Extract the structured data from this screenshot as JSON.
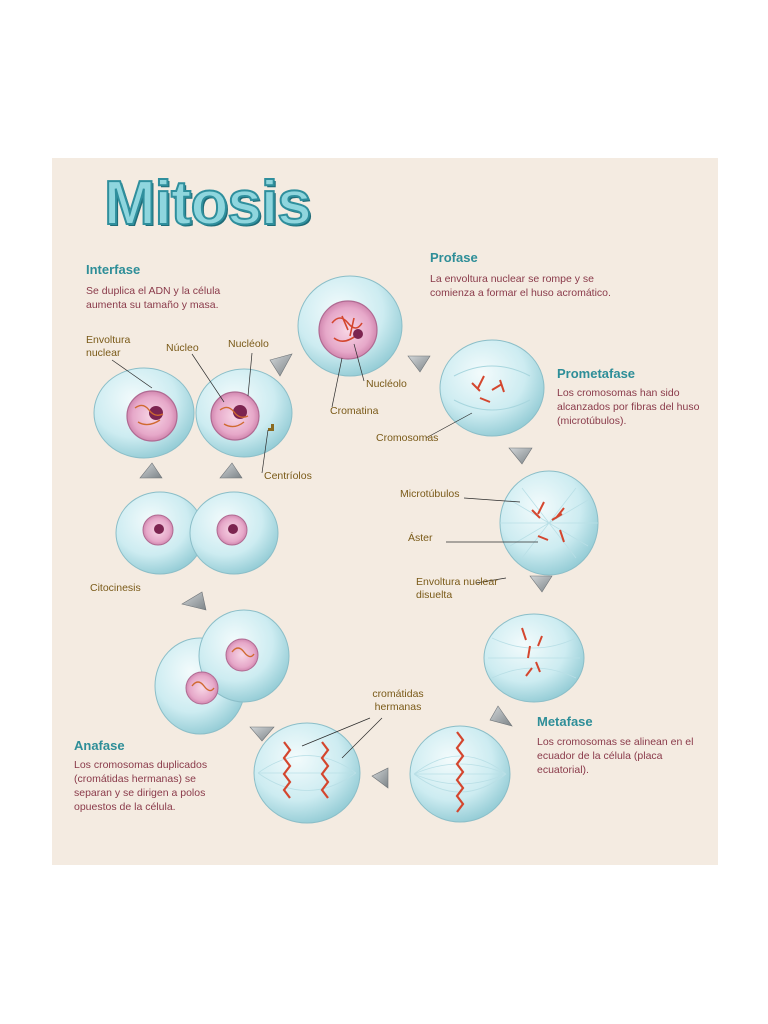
{
  "title": "Mitosis",
  "phases": {
    "interfase": {
      "name": "Interfase",
      "desc": "Se duplica el ADN y  la célula aumenta su tamaño y masa."
    },
    "profase": {
      "name": "Profase",
      "desc": "La envoltura nuclear se rompe y se comienza a formar el huso acromático."
    },
    "prometafase": {
      "name": "Prometafase",
      "desc": "Los cromosomas han sido alcanzados por fibras del huso (microtúbulos)."
    },
    "metafase": {
      "name": "Metafase",
      "desc": "Los cromosomas se alinean en el ecuador de la célula (placa ecuatorial)."
    },
    "anafase": {
      "name": "Anafase",
      "desc": "Los cromosomas duplicados (cromátidas hermanas) se separan y se dirigen a polos opuestos de la célula."
    }
  },
  "labels": {
    "envoltura_nuclear": "Envoltura nuclear",
    "nucleo": "Núcleo",
    "nucleolo_top": "Nucléolo",
    "centriolos": "Centríolos",
    "citocinesis": "Citocinesis",
    "nucleolo_profase": "Nucléolo",
    "cromatina": "Cromatina",
    "cromosomas": "Cromosomas",
    "microtubulos": "Microtúbulos",
    "aster": "Áster",
    "envoltura_disuelta": "Envoltura nuclear disuelta",
    "cromatidas_hermanas": "cromátidas hermanas"
  },
  "colors": {
    "background": "#f4ebe1",
    "title": "#8fd6de",
    "phase_heading": "#2e8e98",
    "description_text": "#8a3a4a",
    "label_text": "#7a5a18",
    "cell_fill": "#d3eef2",
    "chromosome": "#e0503c"
  },
  "icons": [
    "cell-illustration",
    "nucleus",
    "chromosome",
    "spindle-fiber",
    "gray-arrow-triangle"
  ]
}
